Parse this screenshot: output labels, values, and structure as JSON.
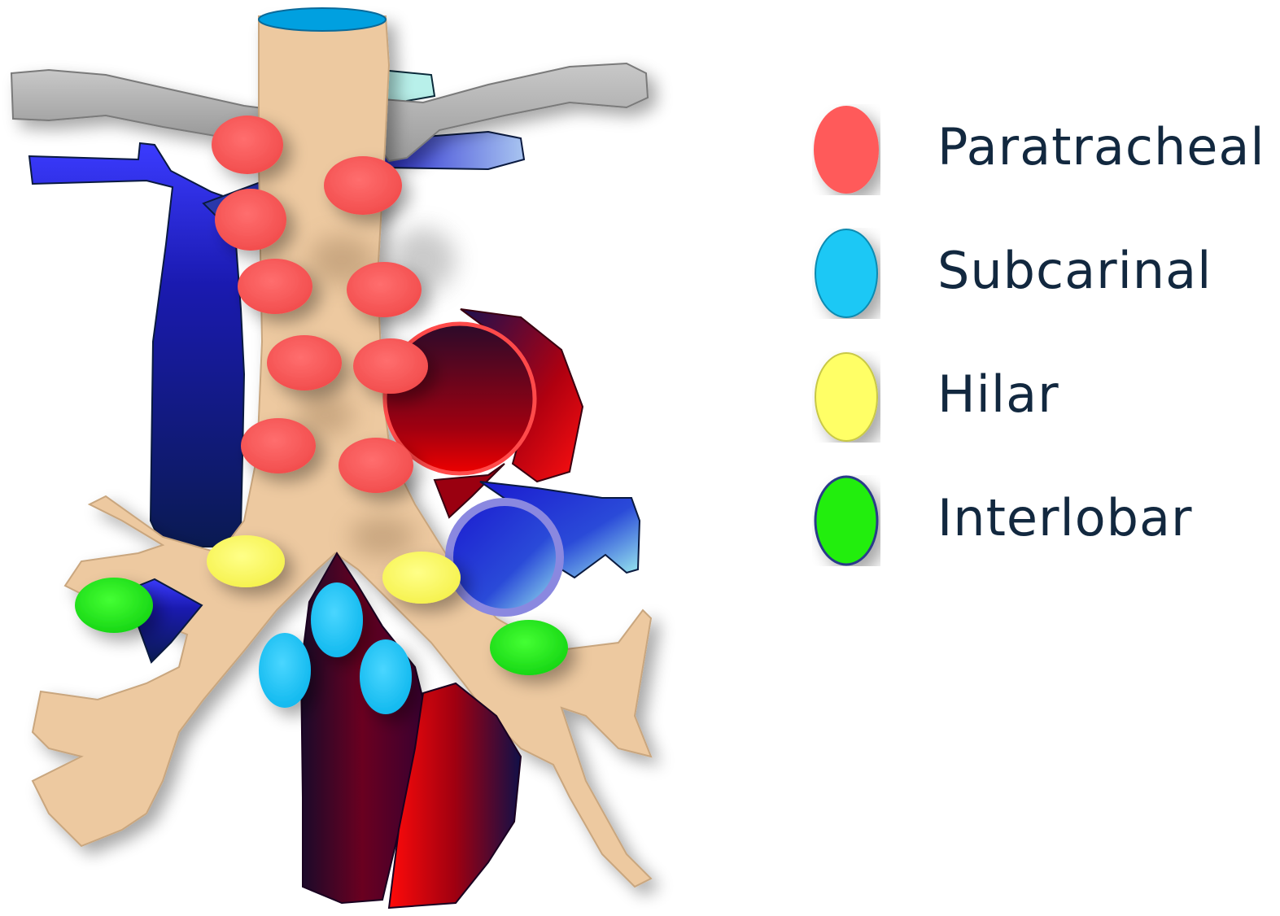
{
  "legend": {
    "items": [
      {
        "label": "Paratracheal",
        "color": "#ff5a5a",
        "icon": "paratracheal-node-icon"
      },
      {
        "label": "Subcarinal",
        "color": "#1ec8f5",
        "icon": "subcarinal-node-icon"
      },
      {
        "label": "Hilar",
        "color": "#ffff66",
        "icon": "hilar-node-icon"
      },
      {
        "label": "Interlobar",
        "color": "#22ee11",
        "icon": "interlobar-node-icon"
      }
    ]
  },
  "colors": {
    "trachea": "#edc9a0",
    "rib": "#a8a8a8",
    "vein": "#1a1a9e",
    "artery": "#c20000"
  }
}
